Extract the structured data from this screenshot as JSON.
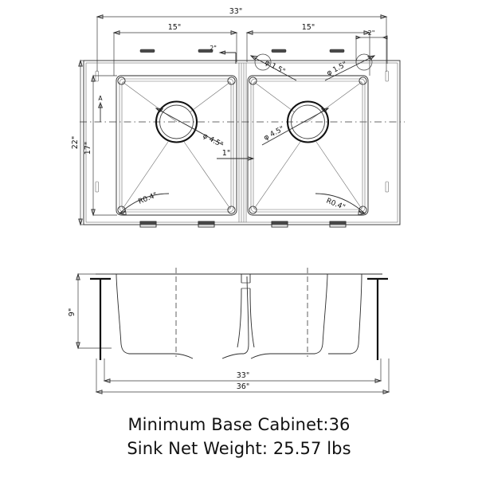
{
  "document": {
    "kind": "technical-drawing",
    "subject": "double bowl undermount kitchen sink",
    "views": [
      "top view",
      "front cross-section view"
    ]
  },
  "top_view": {
    "overall_width_label": "33\"",
    "left_bowl_width_label": "15\"",
    "right_bowl_width_label": "15\"",
    "overall_depth_label": "22\"",
    "bowl_depth_label": "17\"",
    "rear_offset_label": "2\"",
    "rear_offset_label_right": "2\"",
    "faucet_hole_left_label": "φ 1.5\"",
    "faucet_hole_right_label": "φ 1.5\"",
    "drain_left_label": "φ 4.5\"",
    "drain_right_label": "φ 4.5\"",
    "divider_label": "1\"",
    "corner_radius_left_label": "R0.4\"",
    "corner_radius_right_label": "R0.4\"",
    "section_marker": "A"
  },
  "section_view": {
    "bowl_depth_label": "9\"",
    "sink_width_label": "33\"",
    "cabinet_width_label": "36\""
  },
  "caption": {
    "line1": "Minimum Base Cabinet:36",
    "line2": "Sink Net Weight: 25.57 lbs"
  },
  "colors": {
    "background": "#ffffff",
    "line": "#2b2b2b",
    "bold_line": "#111111",
    "text": "#111111"
  }
}
